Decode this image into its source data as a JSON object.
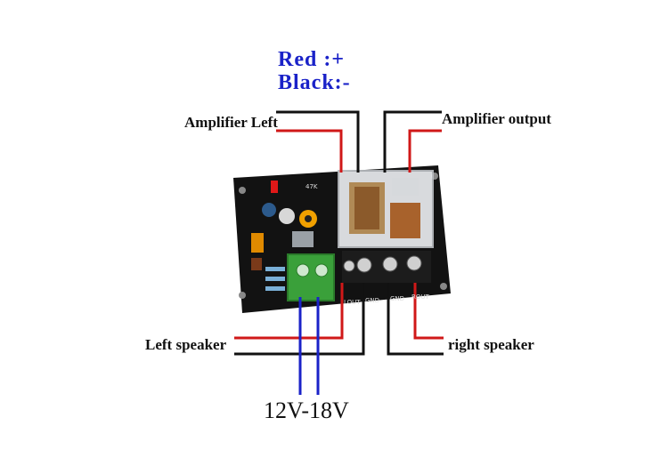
{
  "legend": {
    "red": "Red :+",
    "black": "Black:-"
  },
  "labels": {
    "amplifier_left": "Amplifier Left",
    "amplifier_output": "Amplifier output",
    "left_speaker": "Left speaker",
    "right_speaker": "right speaker",
    "voltage": "12V-18V"
  },
  "board": {
    "silkscreen_terminals": [
      "LOUT",
      "GND",
      "GND",
      "ROUT"
    ],
    "silkscreen_top": "47K"
  },
  "colors": {
    "positive_wire": "#d01818",
    "negative_wire": "#111111",
    "power_wire": "#1a22c8",
    "legend_text": "#1a22c8",
    "pcb": "#111111",
    "power_terminal": "#3aa03a"
  }
}
